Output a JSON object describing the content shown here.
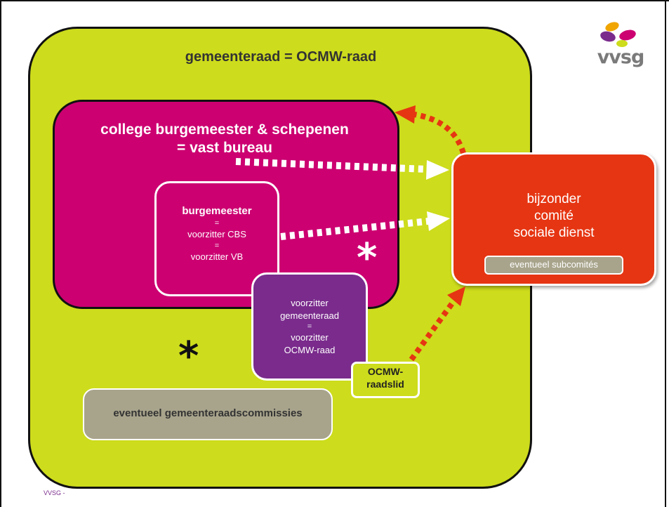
{
  "diagram": {
    "outer_title": "gemeenteraad = OCMW-raad",
    "college_title_line1": "college burgemeester & schepenen",
    "college_title_line2": "= vast bureau",
    "burgemeester": {
      "title": "burgemeester",
      "eq1": "=",
      "line1": "voorzitter CBS",
      "eq2": "=",
      "line2": "voorzitter VB"
    },
    "voorzitter": {
      "line1": "voorzitter",
      "line2": "gemeenteraad",
      "eq": "=",
      "line3": "voorzitter",
      "line4": "OCMW-raad"
    },
    "raadslid": {
      "line1": "OCMW-",
      "line2": "raadslid"
    },
    "comite": {
      "line1": "bijzonder",
      "line2": "comité",
      "line3": "sociale dienst"
    },
    "subcomites": "eventueel subcomités",
    "commissies": "eventueel gemeenteraadscommissies",
    "star": "*"
  },
  "logo": {
    "text": "vvsg",
    "colors": [
      "#f0a500",
      "#7a2b8c",
      "#cc0071",
      "#cddc1c"
    ]
  },
  "footer": "VVSG -",
  "colors": {
    "outer": "#cddc1c",
    "college": "#cc0071",
    "voorzitter": "#7a2b8c",
    "comite": "#e63512",
    "grey_box": "#a8a48c",
    "arrow_red": "#e63512",
    "arrow_white": "#ffffff"
  }
}
